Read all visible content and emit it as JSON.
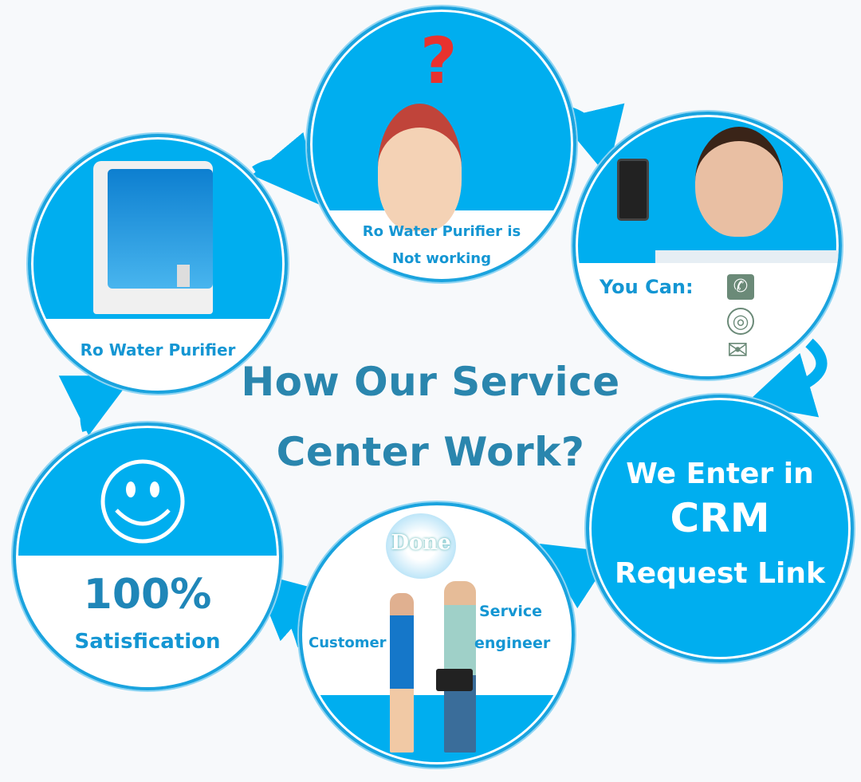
{
  "title": {
    "line1": "How Our Service",
    "line2": "Center Work?"
  },
  "steps": [
    {
      "label": "Ro Water Purifier"
    },
    {
      "line1": "Ro Water Purifier is",
      "line2": "Not working",
      "symbol": "?"
    },
    {
      "label": "You Can:",
      "icons": [
        "phone-icon",
        "globe-icon",
        "mail-icon"
      ]
    },
    {
      "line1": "We Enter in",
      "line2": "CRM",
      "line3": "Request Link"
    },
    {
      "bubble": "Done",
      "customer": "Customer",
      "engineer_line1": "Service",
      "engineer_line2": "engineer"
    },
    {
      "big": "100%",
      "label": "Satisfication"
    }
  ],
  "colors": {
    "blue": "#00aeef",
    "title": "#2a86ae",
    "text": "#1496d3"
  }
}
